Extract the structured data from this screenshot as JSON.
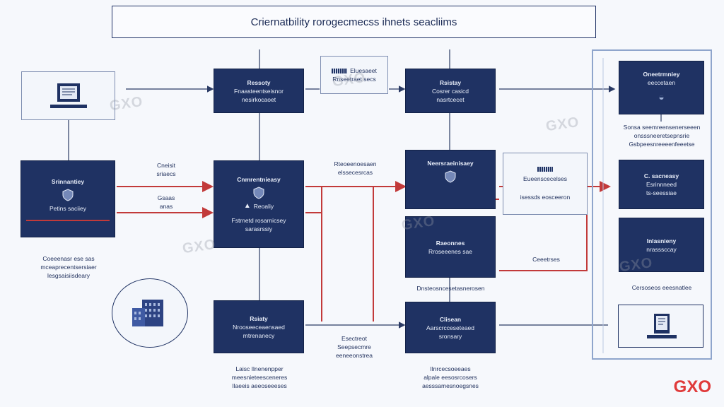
{
  "title": "Criernatbility rorogecmecss ihnets seacliims",
  "nodes": {
    "n1": {
      "l1": "Ressoty",
      "l2": "Fnaasteentseisnor",
      "l3": "nesirkocaoet"
    },
    "n2": {
      "l1": "Rsistay",
      "l2": "Cosrer casicd",
      "l3": "nasrtcecet"
    },
    "n3": {
      "l1": "Cnmrentnieasy",
      "l2": "Reoaliy",
      "l3": "Fstrnetd rosarnicsey",
      "l4": "sarasrssiy"
    },
    "n4": {
      "l1": "Neersraeinisaey"
    },
    "n5": {
      "l1": "Raeonnes",
      "l2": "Rroseeenes sae"
    },
    "n6": {
      "l1": "Rsiaty",
      "l2": "Nrooseeceaensaed",
      "l3": "mtrenanecy"
    },
    "n7": {
      "l1": "Clisean",
      "l2": "Aarscrcceseteaed",
      "l3": "sronsary"
    },
    "left": {
      "l1": "Srinnantiey",
      "l2": "Petins saciiey"
    },
    "r1": {
      "l1": "Oneetrmniey",
      "l2": "eeccetaen"
    },
    "r2": {
      "l1": "C. sacneasy",
      "l2": "Esrinnneed",
      "l3": "ts-seessiae"
    },
    "r3": {
      "l1": "Inlasnieny",
      "l2": "nrasssccay"
    }
  },
  "lightboxes": {
    "top": {
      "l1": "Eluesaeet",
      "l2": "Rnseetraet secs"
    },
    "mid": {
      "l1": "Eueenscecelses",
      "l2": "isessds eosceeron"
    }
  },
  "captions": {
    "left_lbl1": "Cneisit\nsriaecs",
    "left_lbl2": "Gsaas\nanas",
    "mid_lbl": "Rteoeenoesaen\nelssecesrcas",
    "left_desc": "Coeeenasr ese sas\nmceaprecentsersiaer\nlesgsaisiisdeary",
    "under_n5": "Dnsteosncesetasnerosen",
    "right_red": "Ceeetrses",
    "mid_bottom": "Esectreot\nSeepsecmre\neeneeonstrea",
    "bottom_n6": "Laisc Ilnenenpper\nmeesnieteesceneres\nIlaeeis aeeoseeeses",
    "bottom_n7": "Ilnrcecsoeeaes\nalpale eesosrcosers\naesssamesnoegsnes",
    "right_top": "Sonsa seemreensenerseeen\nonsssneeretsepnsrie\nGsbpeesnreeeenfeeetse",
    "right_bottom": "Cersoseos eeesnatlee"
  },
  "watermarks": [
    "GXO",
    "GXO",
    "GXO",
    "GXO",
    "GXO",
    "GXO"
  ],
  "brand": "GXO",
  "colors": {
    "node": "#1f3263",
    "connector": "#c23a3a",
    "line": "#2a3a64",
    "panel": "#8fa5cc"
  }
}
